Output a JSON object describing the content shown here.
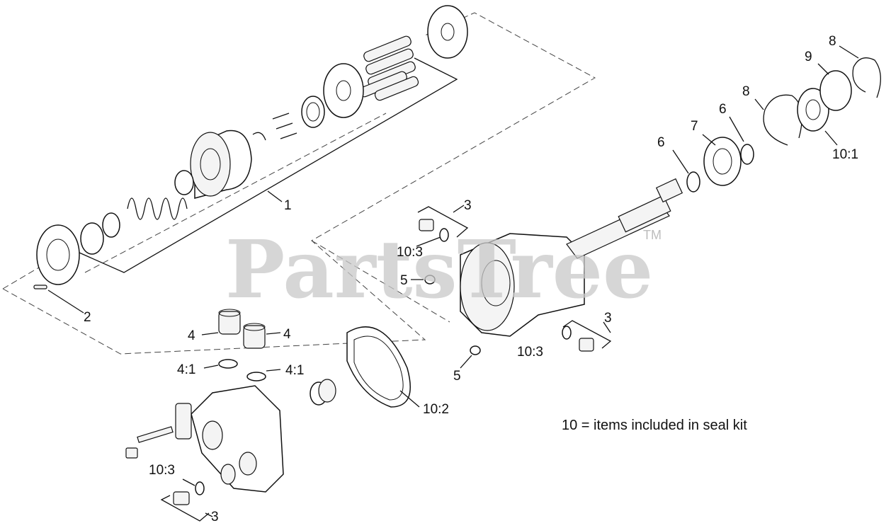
{
  "watermark": {
    "brand": "PartsTree",
    "trademark": "TM"
  },
  "note": {
    "text": "10 = items included in seal kit"
  },
  "callouts": {
    "c1": "1",
    "c2": "2",
    "c3a": "3",
    "c3b": "3",
    "c3c": "3",
    "c4a": "4",
    "c4b": "4",
    "c41a": "4:1",
    "c41b": "4:1",
    "c5a": "5",
    "c5b": "5",
    "c6a": "6",
    "c6b": "6",
    "c7": "7",
    "c8a": "8",
    "c8b": "8",
    "c9": "9",
    "c101": "10:1",
    "c102": "10:2",
    "c103a": "10:3",
    "c103b": "10:3",
    "c103c": "10:3"
  }
}
